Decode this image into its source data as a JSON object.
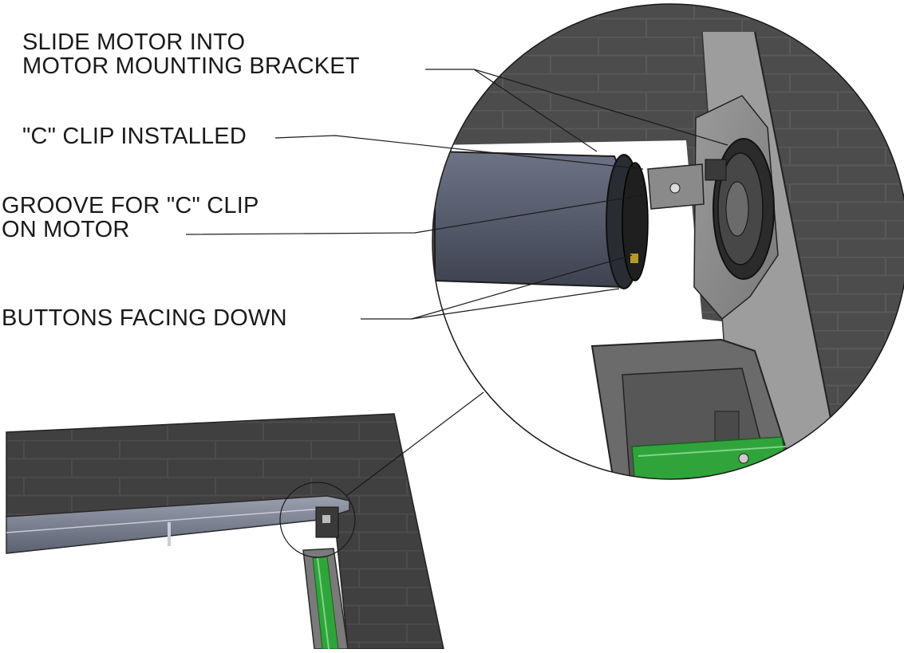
{
  "callouts": [
    {
      "lines": [
        "SLIDE MOTOR INTO",
        "MOTOR MOUNTING BRACKET"
      ]
    },
    {
      "lines": [
        "\"C\" CLIP INSTALLED"
      ]
    },
    {
      "lines": [
        "GROOVE FOR \"C\" CLIP",
        "ON MOTOR"
      ]
    },
    {
      "lines": [
        "BUTTONS FACING DOWN"
      ]
    }
  ],
  "colors": {
    "wall": "#4a4a4a",
    "wall_light": "#6b6b6b",
    "motor_tube": "#5b6170",
    "bracket_plate": "#8e8e8e",
    "channel_green": "#2fa43a",
    "line": "#1a1a1a"
  }
}
